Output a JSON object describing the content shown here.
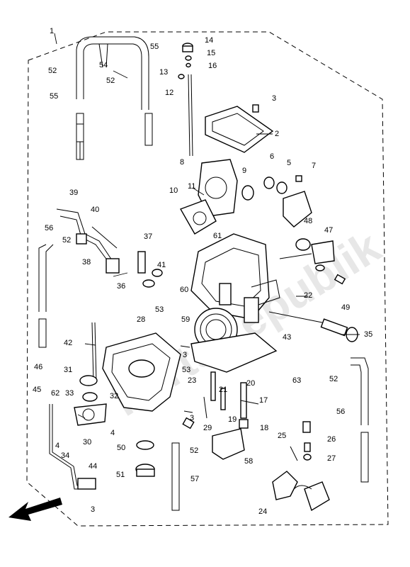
{
  "watermark": "PartsRepublik",
  "callouts": [
    {
      "id": "c1",
      "label": "1"
    },
    {
      "id": "c2",
      "label": "2"
    },
    {
      "id": "c3a",
      "label": "3"
    },
    {
      "id": "c3b",
      "label": "3"
    },
    {
      "id": "c3c",
      "label": "3"
    },
    {
      "id": "c3d",
      "label": "3"
    },
    {
      "id": "c4a",
      "label": "4"
    },
    {
      "id": "c4b",
      "label": "4"
    },
    {
      "id": "c5",
      "label": "5"
    },
    {
      "id": "c6",
      "label": "6"
    },
    {
      "id": "c7",
      "label": "7"
    },
    {
      "id": "c8",
      "label": "8"
    },
    {
      "id": "c9",
      "label": "9"
    },
    {
      "id": "c10",
      "label": "10"
    },
    {
      "id": "c11",
      "label": "11"
    },
    {
      "id": "c12",
      "label": "12"
    },
    {
      "id": "c13",
      "label": "13"
    },
    {
      "id": "c14",
      "label": "14"
    },
    {
      "id": "c15",
      "label": "15"
    },
    {
      "id": "c16",
      "label": "16"
    },
    {
      "id": "c17",
      "label": "17"
    },
    {
      "id": "c18",
      "label": "18"
    },
    {
      "id": "c19",
      "label": "19"
    },
    {
      "id": "c20",
      "label": "20"
    },
    {
      "id": "c21",
      "label": "21"
    },
    {
      "id": "c22",
      "label": "22"
    },
    {
      "id": "c23",
      "label": "23"
    },
    {
      "id": "c24",
      "label": "24"
    },
    {
      "id": "c25",
      "label": "25"
    },
    {
      "id": "c26",
      "label": "26"
    },
    {
      "id": "c27",
      "label": "27"
    },
    {
      "id": "c28",
      "label": "28"
    },
    {
      "id": "c29",
      "label": "29"
    },
    {
      "id": "c30",
      "label": "30"
    },
    {
      "id": "c31",
      "label": "31"
    },
    {
      "id": "c32",
      "label": "32"
    },
    {
      "id": "c33",
      "label": "33"
    },
    {
      "id": "c34",
      "label": "34"
    },
    {
      "id": "c35",
      "label": "35"
    },
    {
      "id": "c36",
      "label": "36"
    },
    {
      "id": "c37",
      "label": "37"
    },
    {
      "id": "c38",
      "label": "38"
    },
    {
      "id": "c39",
      "label": "39"
    },
    {
      "id": "c40",
      "label": "40"
    },
    {
      "id": "c41",
      "label": "41"
    },
    {
      "id": "c42",
      "label": "42"
    },
    {
      "id": "c43",
      "label": "43"
    },
    {
      "id": "c44",
      "label": "44"
    },
    {
      "id": "c45",
      "label": "45"
    },
    {
      "id": "c46",
      "label": "46"
    },
    {
      "id": "c47",
      "label": "47"
    },
    {
      "id": "c48",
      "label": "48"
    },
    {
      "id": "c49",
      "label": "49"
    },
    {
      "id": "c50",
      "label": "50"
    },
    {
      "id": "c51",
      "label": "51"
    },
    {
      "id": "c52a",
      "label": "52"
    },
    {
      "id": "c52b",
      "label": "52"
    },
    {
      "id": "c52c",
      "label": "52"
    },
    {
      "id": "c52d",
      "label": "52"
    },
    {
      "id": "c52e",
      "label": "52"
    },
    {
      "id": "c53a",
      "label": "53"
    },
    {
      "id": "c53b",
      "label": "53"
    },
    {
      "id": "c54",
      "label": "54"
    },
    {
      "id": "c55a",
      "label": "55"
    },
    {
      "id": "c55b",
      "label": "55"
    },
    {
      "id": "c56a",
      "label": "56"
    },
    {
      "id": "c56b",
      "label": "56"
    },
    {
      "id": "c57",
      "label": "57"
    },
    {
      "id": "c58",
      "label": "58"
    },
    {
      "id": "c59",
      "label": "59"
    },
    {
      "id": "c60",
      "label": "60"
    },
    {
      "id": "c61",
      "label": "61"
    },
    {
      "id": "c62",
      "label": "62"
    },
    {
      "id": "c63",
      "label": "63"
    }
  ],
  "colors": {
    "line": "#000000",
    "watermark": "#cccccc",
    "background": "#ffffff"
  },
  "icons": {
    "forward": "arrow-left-down-icon"
  }
}
